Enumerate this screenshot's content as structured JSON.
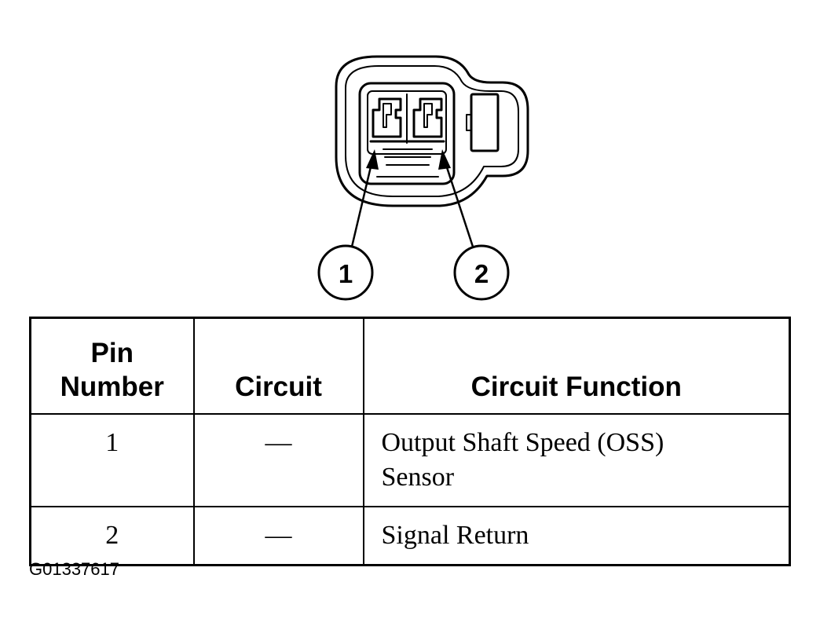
{
  "callouts": [
    "1",
    "2"
  ],
  "table": {
    "headers": {
      "pin_line1": "Pin",
      "pin_line2": "Number",
      "circuit": "Circuit",
      "function": "Circuit Function"
    },
    "rows": [
      {
        "pin": "1",
        "circuit": "—",
        "function_line1": "Output Shaft Speed (OSS)",
        "function_line2": "Sensor"
      },
      {
        "pin": "2",
        "circuit": "—",
        "function_line1": "Signal Return"
      }
    ]
  },
  "figure_id": "G01337617"
}
